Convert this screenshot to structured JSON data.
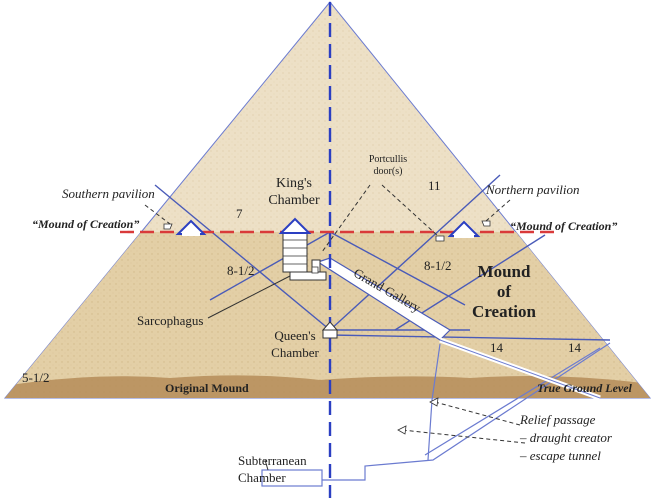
{
  "labels": {
    "kings_chamber_1": "King's",
    "kings_chamber_2": "Chamber",
    "portcullis_1": "Portcullis",
    "portcullis_2": "door(s)",
    "southern_pavilion": "Southern pavilion",
    "northern_pavilion": "Northern pavilion",
    "mound_left": "“Mound of Creation”",
    "mound_right": "“Mound of Creation”",
    "mound_big_1": "Mound",
    "mound_big_2": "of",
    "mound_big_3": "Creation",
    "grand_gallery": "Grand Gallery",
    "sarcophagus": "Sarcophagus",
    "queens_chamber_1": "Queen's",
    "queens_chamber_2": "Chamber",
    "num_7": "7",
    "num_11": "11",
    "num_8half_left": "8-1/2",
    "num_8half_right": "8-1/2",
    "num_14_a": "14",
    "num_14_b": "14",
    "num_5half": "5-1/2",
    "original_mound": "Original Mound",
    "true_ground_level": "True Ground Level",
    "relief_1": "Relief passage",
    "relief_2": "– draught creator",
    "relief_3": "– escape tunnel",
    "subterranean_1": "Subterranean",
    "subterranean_2": "Chamber"
  },
  "colors": {
    "upper_fill": "#ede0c6",
    "lower_fill": "#e3cfa6",
    "mound_fill": "#b58c58",
    "line_blue": "#4a5bb8",
    "axis_blue": "#2b3fc2",
    "red_dash": "#d93a3a",
    "label_dark": "#222222"
  }
}
